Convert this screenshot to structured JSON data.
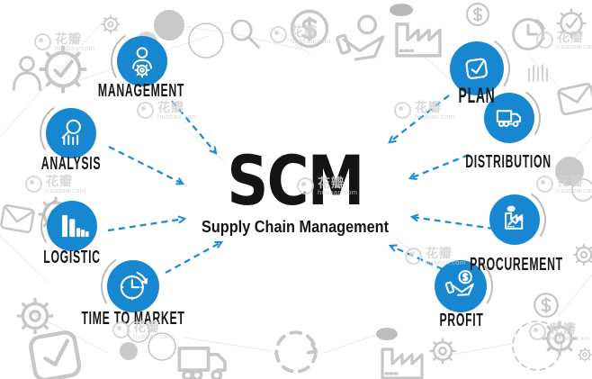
{
  "center": {
    "title": "SCM",
    "subtitle": "Supply Chain Management"
  },
  "nodes": [
    {
      "id": "management",
      "label": "MANAGEMENT",
      "icon": "manager-gear-icon",
      "side": "left"
    },
    {
      "id": "analysis",
      "label": "ANALYSIS",
      "icon": "magnifier-chart-icon",
      "side": "left"
    },
    {
      "id": "logistic",
      "label": "LOGISTIC",
      "icon": "cargo-bars-icon",
      "side": "left"
    },
    {
      "id": "time-to-market",
      "label": "TIME TO MARKET",
      "icon": "clock-icon",
      "side": "left"
    },
    {
      "id": "plan",
      "label": "PLAN",
      "icon": "check-square-icon",
      "side": "right"
    },
    {
      "id": "distribution",
      "label": "DISTRIBUTION",
      "icon": "truck-icon",
      "side": "right"
    },
    {
      "id": "procurement",
      "label": "PROCUREMENT",
      "icon": "factory-icon",
      "side": "right"
    },
    {
      "id": "profit",
      "label": "PROFIT",
      "icon": "hand-coin-icon",
      "side": "right"
    }
  ],
  "arrows": [
    {
      "from": "management",
      "to": "center"
    },
    {
      "from": "analysis",
      "to": "center"
    },
    {
      "from": "logistic",
      "to": "center"
    },
    {
      "from": "time-to-market",
      "to": "center"
    },
    {
      "from": "plan",
      "to": "center"
    },
    {
      "from": "distribution",
      "to": "center"
    },
    {
      "from": "procurement",
      "to": "center"
    },
    {
      "from": "profit",
      "to": "center"
    }
  ],
  "watermark": {
    "brand": "花瓣",
    "domain": "huaban.com"
  },
  "colors": {
    "node_blue": "#1787d1",
    "arrow_blue": "#1e8cdb",
    "text_black": "#141414",
    "doodle_gray": "#c7c7c7",
    "watermark_gray": "#d3d3d3"
  },
  "background_doodles": [
    "person-icon",
    "checkmark-gear-icon",
    "gear-icon",
    "dollar-coin-icon",
    "hand-coin-icon",
    "factory-icon",
    "clock-icon",
    "magnifier-icon",
    "envelope-icon",
    "truck-icon",
    "refresh-circle-icon",
    "check-square-icon",
    "bar-lines-icon",
    "circle-shape"
  ]
}
